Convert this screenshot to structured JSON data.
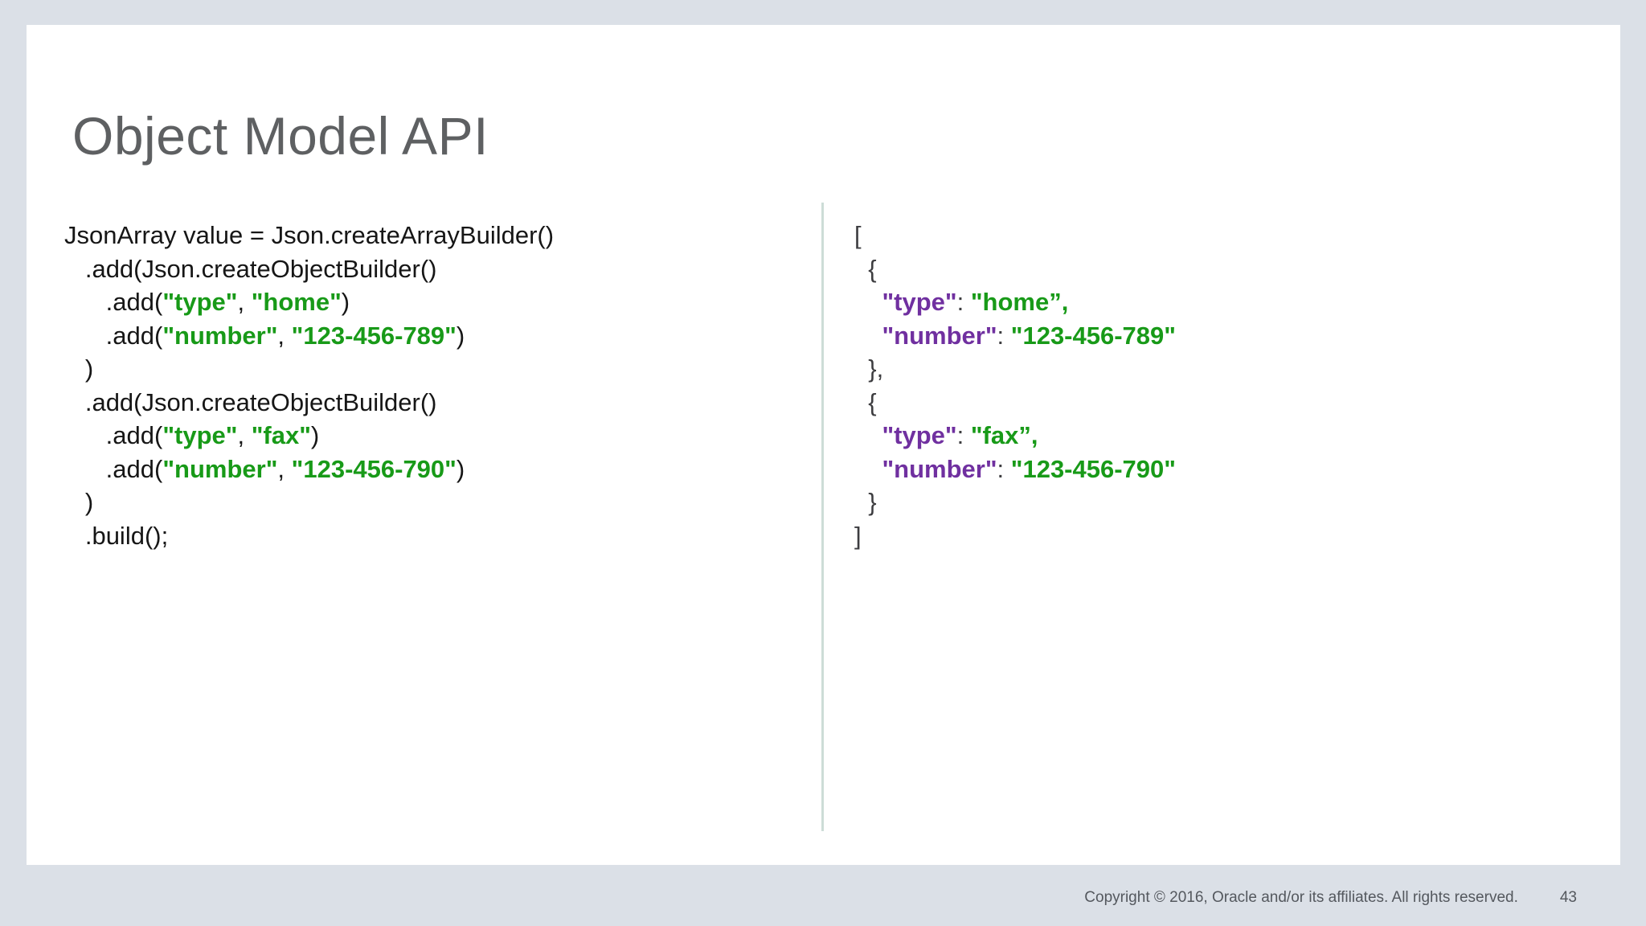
{
  "slide": {
    "title": "Object Model API",
    "footer": {
      "copyright": "Copyright © 2016, Oracle and/or its affiliates. All rights reserved.",
      "page_number": "43"
    }
  },
  "colors": {
    "page_background": "#dbe0e7",
    "slide_background": "#ffffff",
    "title_gray": "#5e6062",
    "code_black": "#161616",
    "json_structure_gray": "#3d3d40",
    "string_green": "#189a18",
    "key_purple": "#7030a0",
    "divider_pale_green": "#cdddd7",
    "footer_gray": "#54585e"
  },
  "code_left": {
    "label": "Java Object Model API builder code",
    "lines": [
      [
        {
          "t": "JsonArray value = Json.createArrayBuilder()",
          "c": "plain"
        }
      ],
      [
        {
          "t": "   .add(Json.createObjectBuilder()",
          "c": "plain"
        }
      ],
      [
        {
          "t": "      .add(",
          "c": "plain"
        },
        {
          "t": "\"type\"",
          "c": "green"
        },
        {
          "t": ", ",
          "c": "plain"
        },
        {
          "t": "\"home\"",
          "c": "green"
        },
        {
          "t": ")",
          "c": "plain"
        }
      ],
      [
        {
          "t": "      .add(",
          "c": "plain"
        },
        {
          "t": "\"number\"",
          "c": "green"
        },
        {
          "t": ", ",
          "c": "plain"
        },
        {
          "t": "\"123-456-789\"",
          "c": "green"
        },
        {
          "t": ")",
          "c": "plain"
        }
      ],
      [
        {
          "t": "   )",
          "c": "plain"
        }
      ],
      [
        {
          "t": "   .add(Json.createObjectBuilder()",
          "c": "plain"
        }
      ],
      [
        {
          "t": "      .add(",
          "c": "plain"
        },
        {
          "t": "\"type\"",
          "c": "green"
        },
        {
          "t": ", ",
          "c": "plain"
        },
        {
          "t": "\"fax\"",
          "c": "green"
        },
        {
          "t": ")",
          "c": "plain"
        }
      ],
      [
        {
          "t": "      .add(",
          "c": "plain"
        },
        {
          "t": "\"number\"",
          "c": "green"
        },
        {
          "t": ", ",
          "c": "plain"
        },
        {
          "t": "\"123-456-790\"",
          "c": "green"
        },
        {
          "t": ")",
          "c": "plain"
        }
      ],
      [
        {
          "t": "   )",
          "c": "plain"
        }
      ],
      [
        {
          "t": "   .build();",
          "c": "plain"
        }
      ]
    ]
  },
  "code_right": {
    "label": "Resulting JSON array output",
    "lines": [
      [
        {
          "t": "[",
          "c": "gray"
        }
      ],
      [
        {
          "t": "  {",
          "c": "gray"
        }
      ],
      [
        {
          "t": "    ",
          "c": "gray"
        },
        {
          "t": "\"type\"",
          "c": "purple"
        },
        {
          "t": ": ",
          "c": "gray"
        },
        {
          "t": "\"home”,",
          "c": "green"
        }
      ],
      [
        {
          "t": "    ",
          "c": "gray"
        },
        {
          "t": "\"number\"",
          "c": "purple"
        },
        {
          "t": ": ",
          "c": "gray"
        },
        {
          "t": "\"123-456-789\"",
          "c": "green"
        }
      ],
      [
        {
          "t": "  },",
          "c": "gray"
        }
      ],
      [
        {
          "t": "  {",
          "c": "gray"
        }
      ],
      [
        {
          "t": "    ",
          "c": "gray"
        },
        {
          "t": "\"type\"",
          "c": "purple"
        },
        {
          "t": ": ",
          "c": "gray"
        },
        {
          "t": "\"fax”,",
          "c": "green"
        }
      ],
      [
        {
          "t": "    ",
          "c": "gray"
        },
        {
          "t": "\"number\"",
          "c": "purple"
        },
        {
          "t": ": ",
          "c": "gray"
        },
        {
          "t": "\"123-456-790\"",
          "c": "green"
        }
      ],
      [
        {
          "t": "  }",
          "c": "gray"
        }
      ],
      [
        {
          "t": "]",
          "c": "gray"
        }
      ]
    ]
  }
}
